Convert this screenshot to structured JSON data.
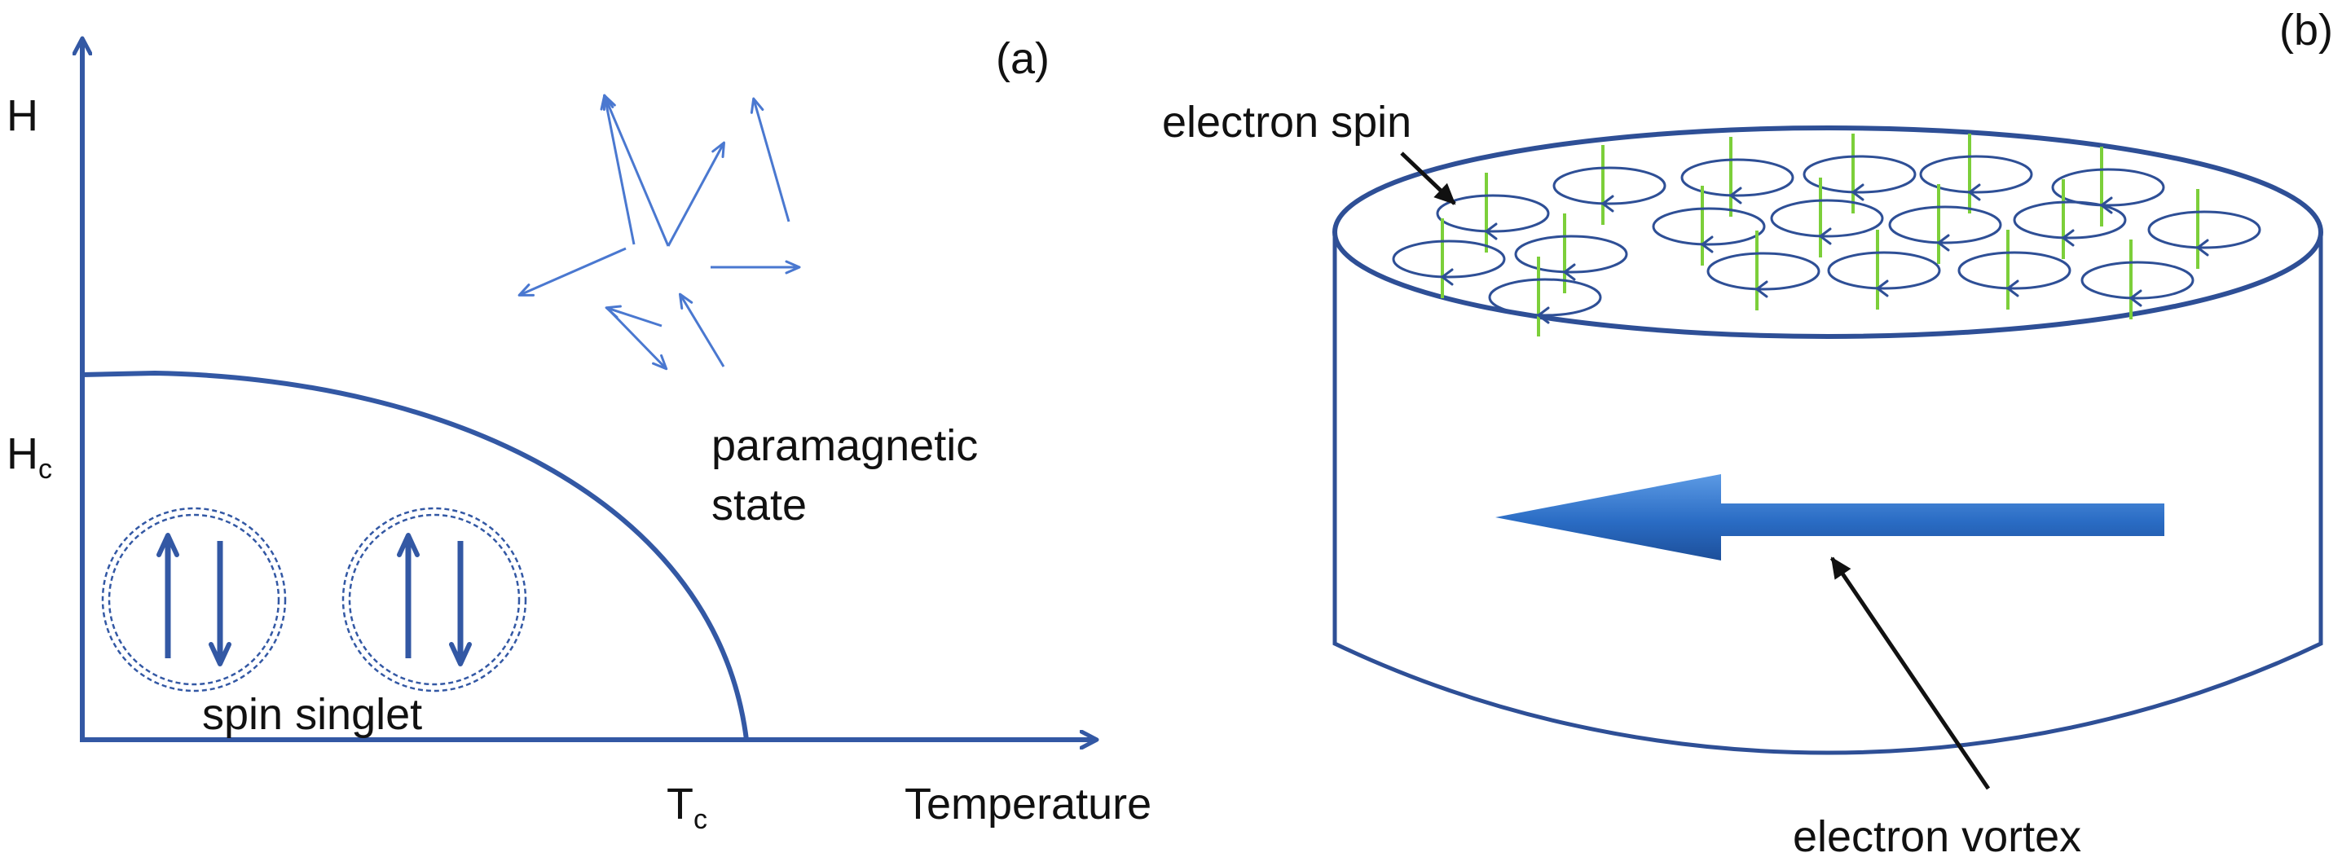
{
  "panel_a": {
    "tag": "(a)",
    "y_axis_label": "H",
    "critical_field": {
      "main": "H",
      "sub": "c"
    },
    "critical_temp": {
      "main": "T",
      "sub": "c"
    },
    "x_axis_label": "Temperature",
    "region_upper_line1": "paramagnetic",
    "region_upper_line2": "state",
    "region_lower": "spin singlet",
    "pair_count": 2,
    "random_spin_count": 9
  },
  "panel_b": {
    "tag": "(b)",
    "label_spin": "electron spin",
    "label_vortex": "electron vortex",
    "vortex_count": 18
  },
  "colors": {
    "axis": "#3358a4",
    "random_spin": "#4a78d0",
    "cylinder": "#2e4f96",
    "spin_line": "#7ccf3a",
    "arrow_fill": "#2a6cc4",
    "pointer": "#111111"
  }
}
